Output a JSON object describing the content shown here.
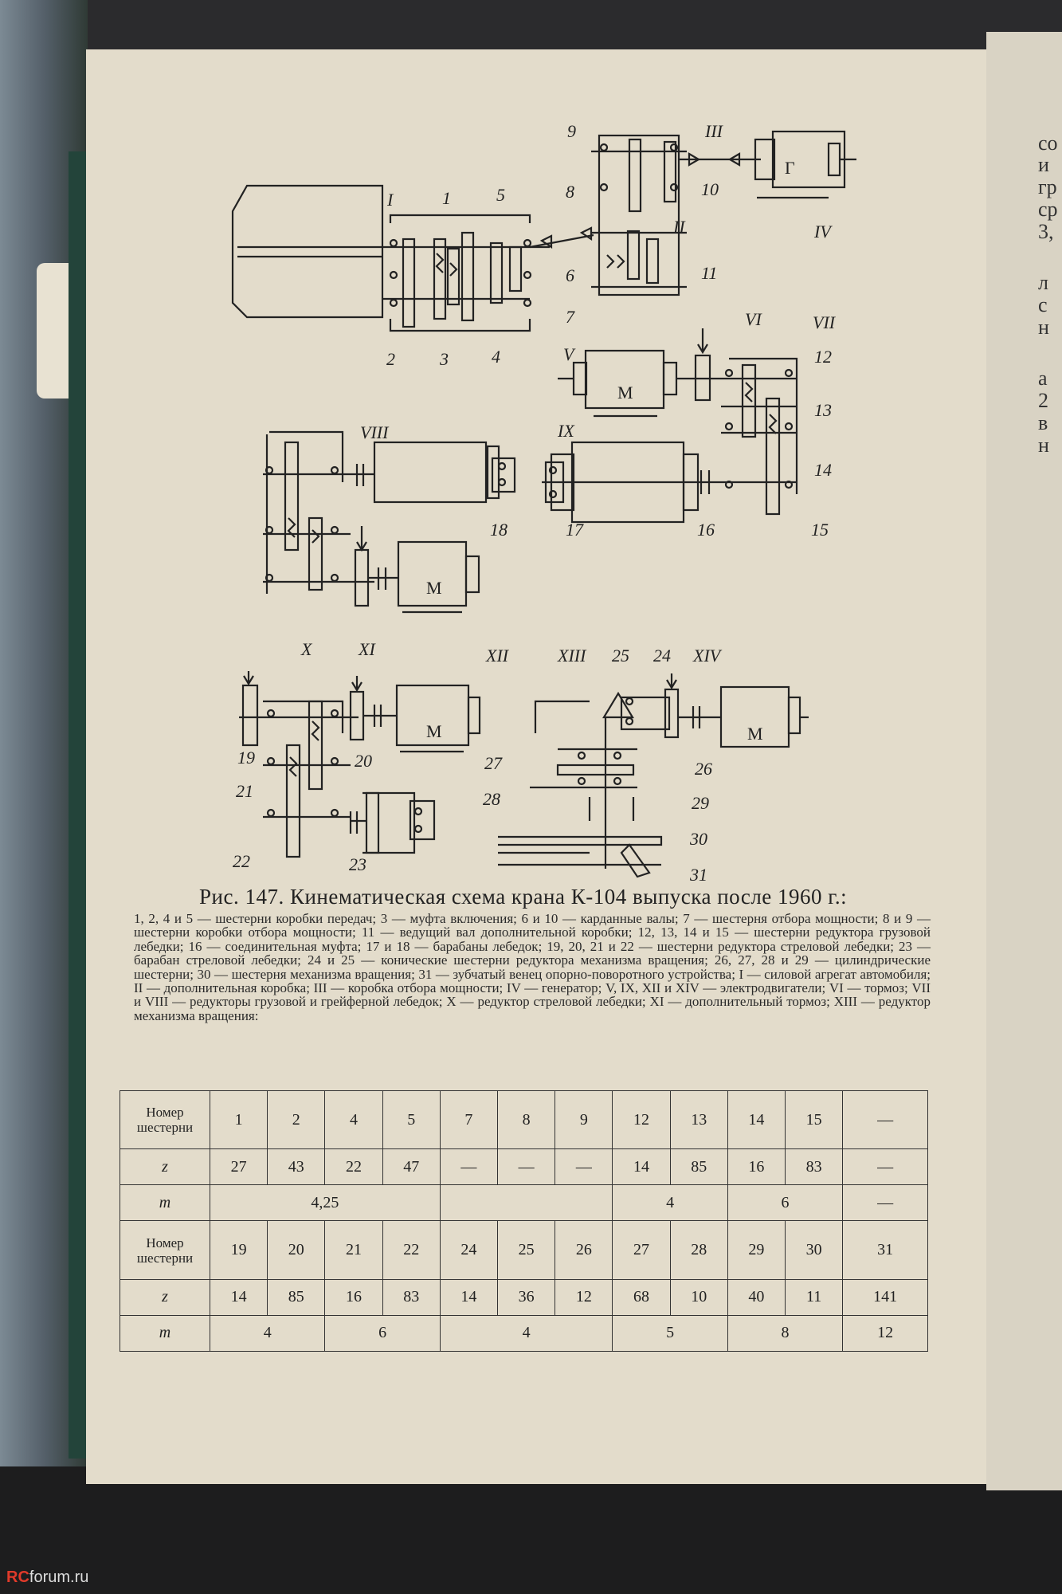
{
  "figure": {
    "title": "Рис. 147. Кинематическая схема крана К-104 выпуска после 1960 г.:",
    "legend": "1, 2, 4 и 5 — шестерни коробки передач; 3 — муфта включения; 6 и 10 — карданные валы; 7 — шестерня отбора мощности; 8 и 9 — шестерни коробки отбора мощности; 11 — ведущий вал дополнительной коробки; 12, 13, 14 и 15 — шестерни редуктора грузовой лебедки; 16 — соединительная муфта; 17 и 18 — барабаны лебедок; 19, 20, 21 и 22 — шестерни редуктора стреловой лебедки; 23 — барабан стреловой лебедки; 24 и 25 — конические шестерни редуктора механизма вращения; 26, 27, 28 и 29 — цилиндрические шестерни; 30 — шестерня механизма вращения; 31 — зубчатый венец опорно-поворотного устройства; I — силовой агрегат автомобиля; II — дополнительная коробка; III — коробка отбора мощности; IV — генератор; V, IX, XII и XIV — электродвигатели; VI — тормоз; VII и VIII — редукторы грузовой и грейферной лебедок; X — редуктор стреловой лебедки; XI — дополнительный тормоз; XIII — редуктор механизма вращения:"
  },
  "diagram_labels": {
    "motor": "М",
    "generator": "Г",
    "roman": [
      "I",
      "II",
      "III",
      "IV",
      "V",
      "VI",
      "VII",
      "VIII",
      "IX",
      "X",
      "XI",
      "XII",
      "XIII",
      "XIV"
    ],
    "numbers": [
      "1",
      "2",
      "3",
      "4",
      "5",
      "6",
      "7",
      "8",
      "9",
      "10",
      "11",
      "12",
      "13",
      "14",
      "15",
      "16",
      "17",
      "18",
      "19",
      "20",
      "21",
      "22",
      "23",
      "24",
      "25",
      "26",
      "27",
      "28",
      "29",
      "30",
      "31"
    ]
  },
  "table": {
    "row_header_gear": "Номер шестерни",
    "row_header_z": "z",
    "row_header_m": "m",
    "block1": {
      "gears": [
        "1",
        "2",
        "4",
        "5",
        "7",
        "8",
        "9",
        "12",
        "13",
        "14",
        "15",
        "—"
      ],
      "z": [
        "27",
        "43",
        "22",
        "47",
        "—",
        "—",
        "—",
        "14",
        "85",
        "16",
        "83",
        "—"
      ],
      "m_cells": [
        "4,25",
        "",
        "4",
        "6",
        "—"
      ]
    },
    "block2": {
      "gears": [
        "19",
        "20",
        "21",
        "22",
        "24",
        "25",
        "26",
        "27",
        "28",
        "29",
        "30",
        "31"
      ],
      "z": [
        "14",
        "85",
        "16",
        "83",
        "14",
        "36",
        "12",
        "68",
        "10",
        "40",
        "11",
        "141"
      ],
      "m_cells": [
        "4",
        "6",
        "4",
        "5",
        "8",
        "12"
      ]
    }
  },
  "right_page_fragments": [
    "со",
    "и",
    "гр",
    "ср",
    "3,",
    "л",
    "с",
    "н",
    "а",
    "2",
    "в",
    "н"
  ],
  "watermark": {
    "brand": "RC",
    "rest": "forum.ru"
  }
}
